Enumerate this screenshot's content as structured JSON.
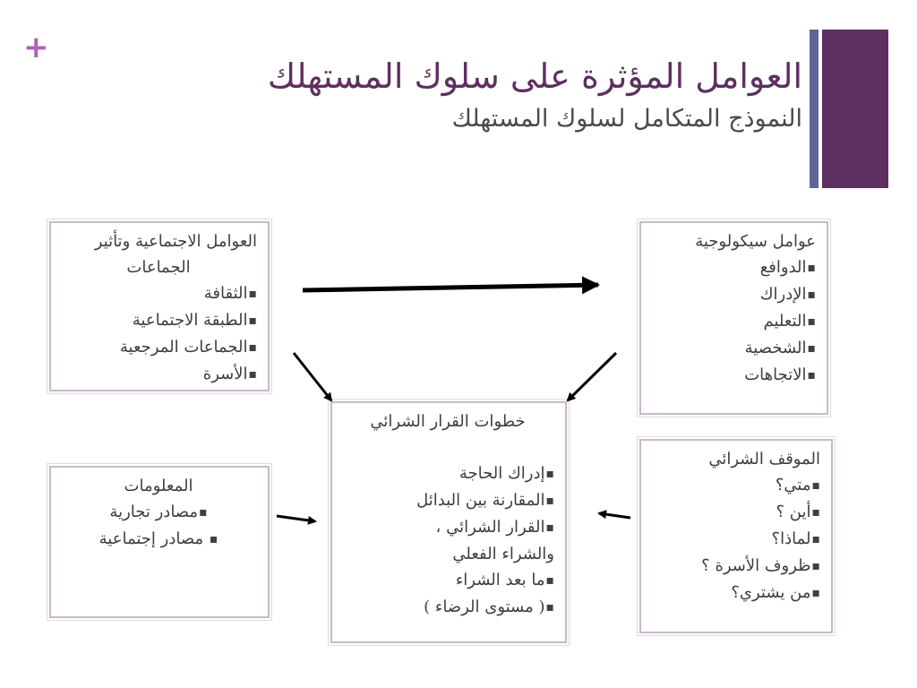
{
  "slide": {
    "title": "العوامل المؤثرة على سلوك المستهلك",
    "subtitle": "النموذج المتكامل لسلوك المستهلك",
    "plus_glyph": "+",
    "colors": {
      "accent_purple": "#5e2f61",
      "accent_blue": "#5f6596",
      "plus_pink": "#b05fb8",
      "box_border": "#c9b8cc"
    }
  },
  "boxes": {
    "social": {
      "heading_line1": "العوامل الاجتماعية وتأثير",
      "heading_line2": "الجماعات",
      "items": [
        "الثقافة",
        "الطبقة الاجتماعية",
        "الجماعات المرجعية",
        "الأسرة"
      ]
    },
    "psych": {
      "heading": "عوامل سيكولوجية",
      "items": [
        "الدوافع",
        "الإدراك",
        "التعليم",
        "الشخصية",
        "الاتجاهات"
      ]
    },
    "decision": {
      "heading": "خطوات القرار الشرائي",
      "items": [
        "إدراك الحاجة",
        "المقارنة بين البدائل",
        "القرار الشرائي ،",
        "ما بعد الشراء",
        "( مستوى الرضاء )"
      ],
      "continuation": "والشراء الفعلي"
    },
    "info": {
      "heading": "المعلومات",
      "items": [
        "مصادر تجارية",
        " مصادر إجتماعية"
      ]
    },
    "purchase": {
      "heading": "الموقف الشرائي",
      "items": [
        "متي؟",
        "أين ؟",
        "لماذا؟",
        "ظروف الأسرة ؟",
        "من يشتري؟"
      ]
    }
  }
}
